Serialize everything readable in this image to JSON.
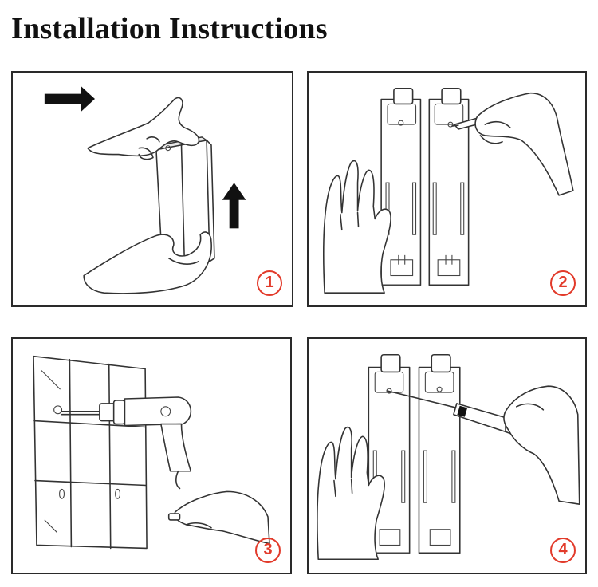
{
  "page": {
    "title": "Installation Instructions"
  },
  "steps": [
    {
      "number": "1"
    },
    {
      "number": "2"
    },
    {
      "number": "3"
    },
    {
      "number": "4"
    }
  ],
  "colors": {
    "step_badge": "#e23a2a",
    "outline": "#2a2a2a",
    "arrow": "#111111"
  }
}
